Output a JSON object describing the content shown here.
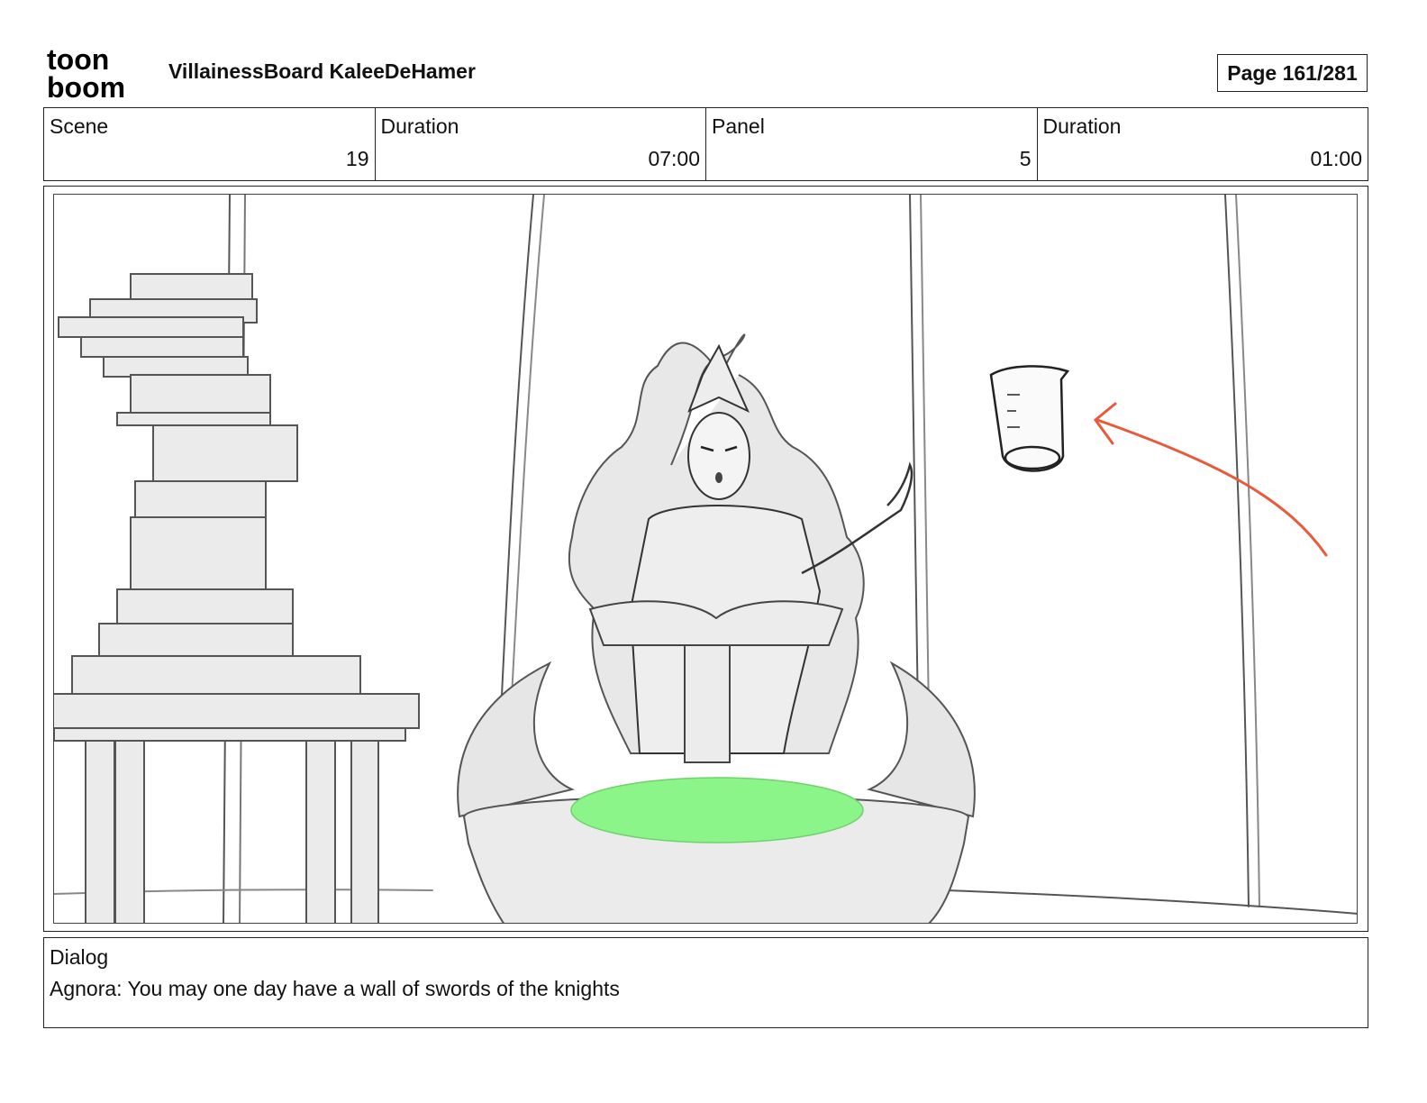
{
  "header": {
    "logo": {
      "line1": "toon",
      "line2": "boom"
    },
    "project_title": "VillainessBoard KaleeDeHamer",
    "page_label": "Page 161/281"
  },
  "info": {
    "scene_label": "Scene",
    "scene_value": "19",
    "scene_duration_label": "Duration",
    "scene_duration_value": "07:00",
    "panel_label": "Panel",
    "panel_value": "5",
    "panel_duration_label": "Duration",
    "panel_duration_value": "01:00"
  },
  "dialog": {
    "label": "Dialog",
    "text": "Agnora: You may one day have a wall of swords of the knights"
  },
  "colors": {
    "ink": "#222222",
    "sketch_gray": "#e9e9e9",
    "potion_green": "#8cf58a",
    "arrow_red": "#e85a3c"
  }
}
